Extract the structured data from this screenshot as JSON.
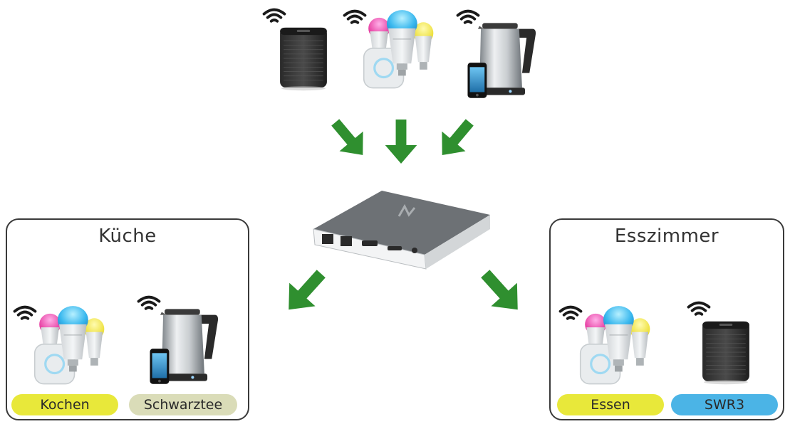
{
  "rooms": [
    {
      "title": "Küche",
      "scenes": [
        {
          "label": "Kochen",
          "color": "#e8e83a"
        },
        {
          "label": "Schwarztee",
          "color": "#dadcb8"
        }
      ]
    },
    {
      "title": "Esszimmer",
      "scenes": [
        {
          "label": "Essen",
          "color": "#e8e83a"
        },
        {
          "label": "SWR3",
          "color": "#4bb4e6"
        }
      ]
    }
  ],
  "colors": {
    "arrow": "#2f8f2f",
    "border": "#3a3a3a",
    "wifi": "#1a1a1a"
  },
  "icons": [
    "wifi-icon",
    "speaker-icon",
    "bulbs-bridge-icon",
    "kettle-icon",
    "hub-device-icon",
    "arrow-icon"
  ]
}
